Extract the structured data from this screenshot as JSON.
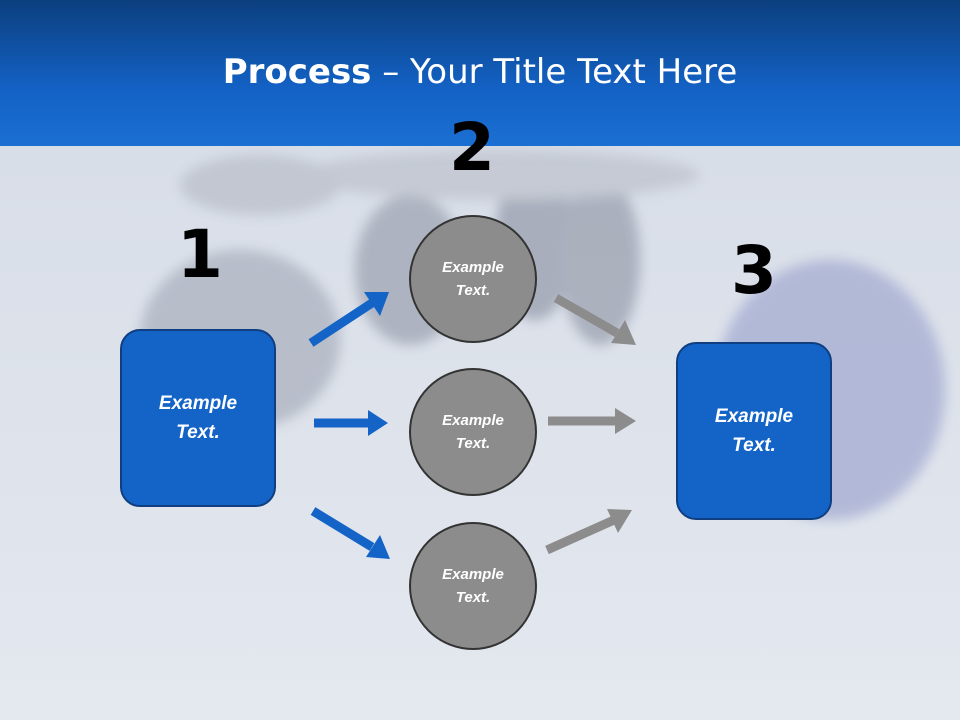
{
  "slide": {
    "title_bold": "Process",
    "title_rest": " – Your Title Text Here"
  },
  "steps": {
    "one": "1",
    "two": "2",
    "three": "3"
  },
  "left_box": {
    "line1": "Example",
    "line2": "Text."
  },
  "right_box": {
    "line1": "Example",
    "line2": "Text."
  },
  "circles": [
    {
      "line1": "Example",
      "line2": "Text."
    },
    {
      "line1": "Example",
      "line2": "Text."
    },
    {
      "line1": "Example",
      "line2": "Text."
    }
  ],
  "colors": {
    "blue": "#1464c8",
    "gray": "#8c8c8c",
    "arrow_blue": "#1464c8",
    "arrow_gray": "#8c8c8c"
  }
}
